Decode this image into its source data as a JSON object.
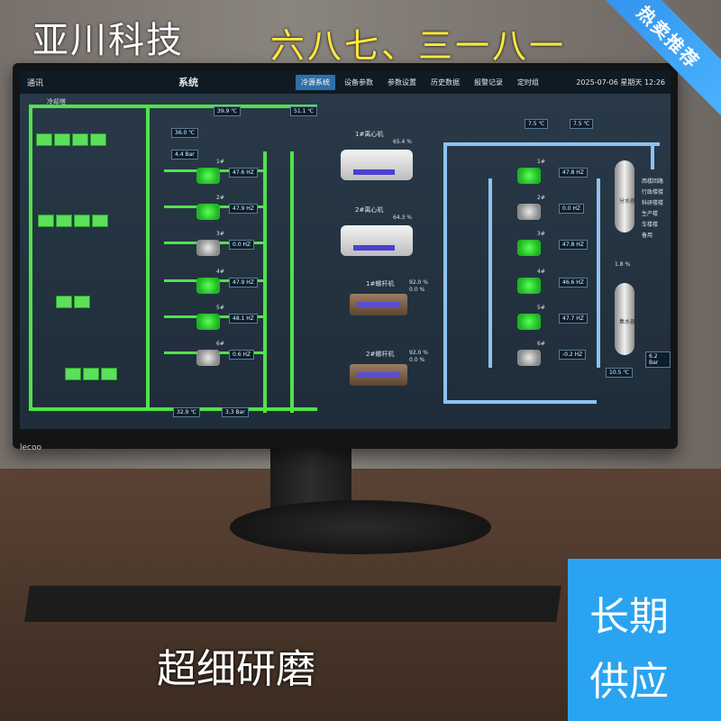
{
  "overlay": {
    "company": "亚川科技",
    "scroll_text": "六八七、三一八一",
    "badge": "热卖推荐",
    "slogan_left": "超细研磨",
    "slogan_right_line1": "长期",
    "slogan_right_line2": "供应"
  },
  "monitor": {
    "brand": "lecoo"
  },
  "hmi": {
    "logo": "通讯",
    "title": "系统",
    "tabs": [
      "冷源系统",
      "设备参数",
      "参数设置",
      "历史数据",
      "报警记录",
      "定时组"
    ],
    "active_tab": 0,
    "date": "2025-07-06",
    "weekday": "星期天",
    "time": "12:26",
    "cooling_tower_label": "冷却塔",
    "values": {
      "t1": "39.9 ℃",
      "t2": "51.1 ℃",
      "return_temp": "36.0 ℃",
      "return_pressure": "4.4 Bar",
      "supply_temp": "32.9 ℃",
      "supply_pressure": "3.3 Bar",
      "chw_supply_temp": "7.5 ℃",
      "chw_return_temp": "7.5 ℃",
      "chw_pressure": "6.2 Bar",
      "chw_temp2": "10.5 ℃",
      "valve_pct": "1.8 %"
    },
    "cooling_pumps": [
      {
        "name": "1#",
        "hz": "47.6 HZ"
      },
      {
        "name": "2#",
        "hz": "47.9 HZ"
      },
      {
        "name": "3#",
        "hz": "0.0 HZ"
      },
      {
        "name": "4#",
        "hz": "47.9 HZ"
      },
      {
        "name": "5#",
        "hz": "48.1 HZ"
      },
      {
        "name": "6#",
        "hz": "0.6 HZ"
      }
    ],
    "chillers": [
      {
        "name": "1#离心机",
        "load": "65.4 %"
      },
      {
        "name": "2#离心机",
        "load": "64.3 %"
      },
      {
        "name": "1#螺杆机",
        "load": "92.0 %",
        "load2": "0.0 %"
      },
      {
        "name": "2#螺杆机",
        "load": "92.0 %",
        "load2": "0.0 %"
      }
    ],
    "chw_pumps": [
      {
        "name": "1#",
        "hz": "47.8 HZ"
      },
      {
        "name": "2#",
        "hz": "0.0 HZ"
      },
      {
        "name": "3#",
        "hz": "47.8 HZ"
      },
      {
        "name": "4#",
        "hz": "46.6 HZ"
      },
      {
        "name": "5#",
        "hz": "47.7 HZ"
      },
      {
        "name": "6#",
        "hz": "-0.2 HZ"
      }
    ],
    "tank1": "分水器",
    "tank2": "集水器",
    "branches": [
      "西楼回路",
      "行政楼楼",
      "科研楼楼",
      "生产楼",
      "车楼楼",
      "备用"
    ]
  }
}
